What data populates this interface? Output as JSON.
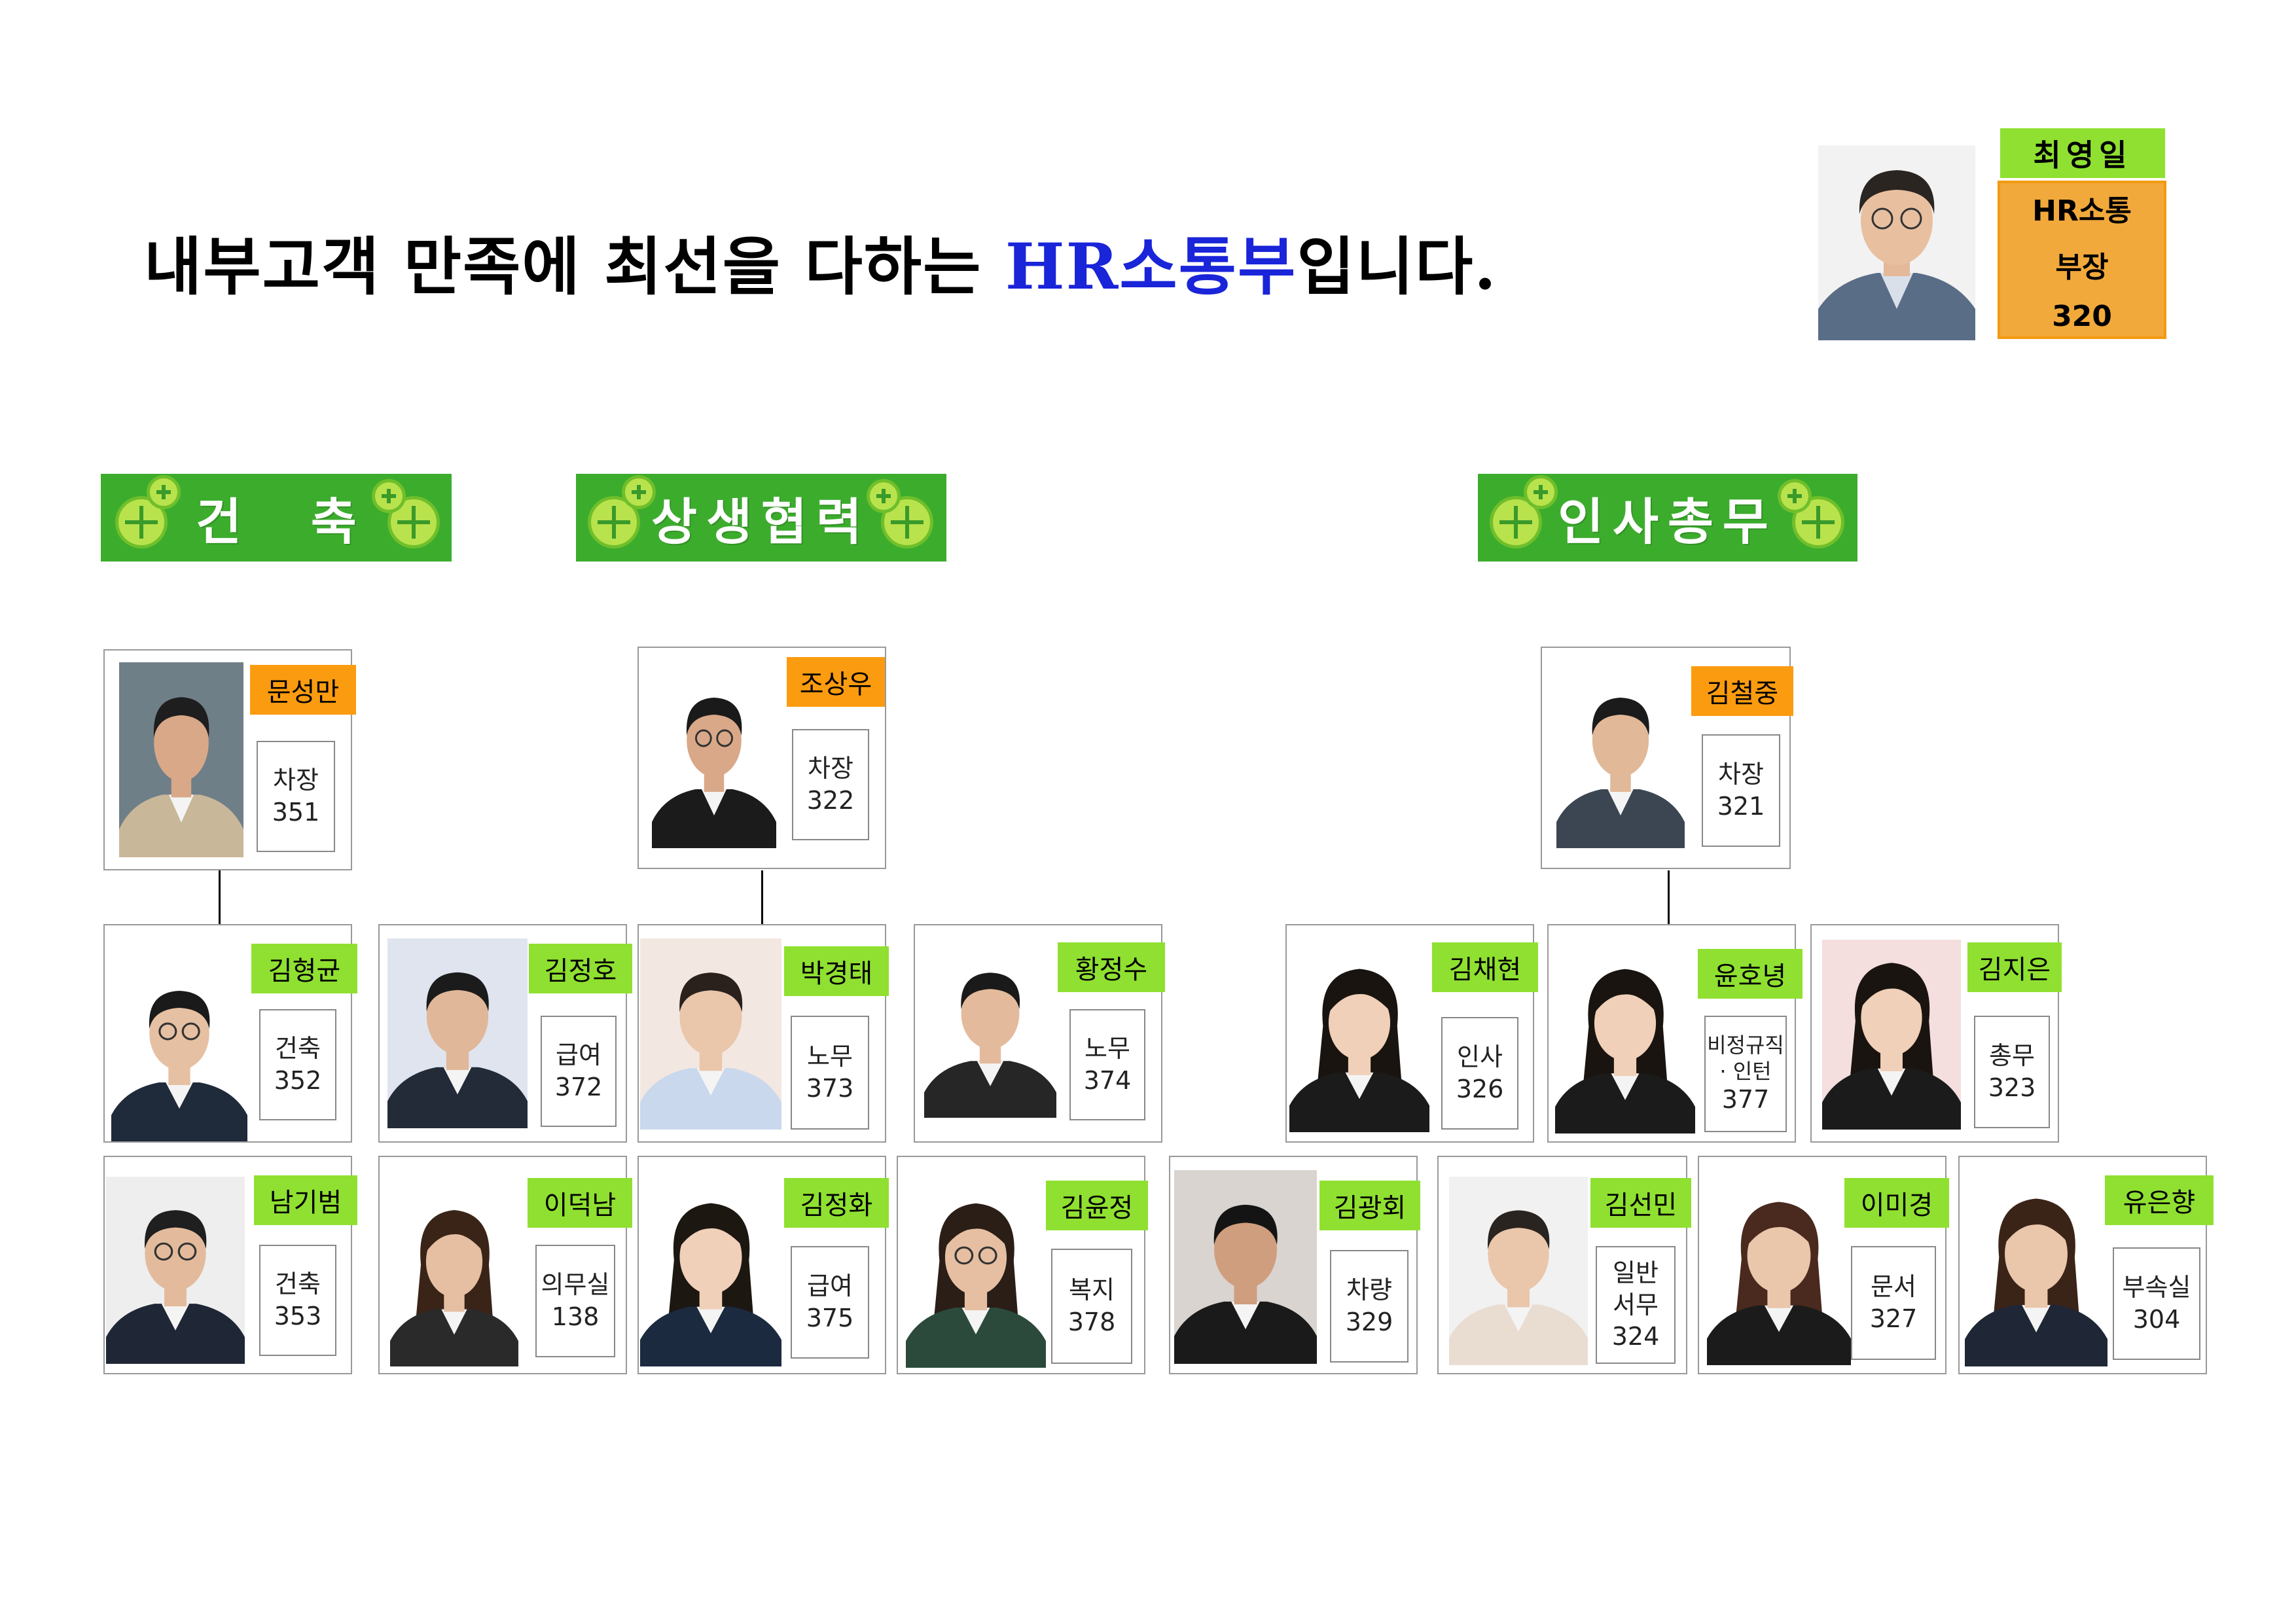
{
  "title": {
    "main1": "내부고객 만족에 최선을 다하는 ",
    "highlight": "HR소통부",
    "main2": "입니다."
  },
  "head": {
    "name": "최영일",
    "position": "HR소통",
    "rank": "부장",
    "ext": "320"
  },
  "teams": [
    {
      "name": "건    축"
    },
    {
      "name": "상생협력"
    },
    {
      "name": "인사총무"
    }
  ],
  "leaders": [
    {
      "name": "문성만",
      "role": "차장",
      "ext": "351"
    },
    {
      "name": "조상우",
      "role": "차장",
      "ext": "322"
    },
    {
      "name": "김철중",
      "role": "차장",
      "ext": "321"
    }
  ],
  "row1": [
    {
      "name": "김형균",
      "role": "건축",
      "ext": "352"
    },
    {
      "name": "김정호",
      "role": "급여",
      "ext": "372"
    },
    {
      "name": "박경태",
      "role": "노무",
      "ext": "373"
    },
    {
      "name": "황정수",
      "role": "노무",
      "ext": "374"
    },
    {
      "name": "김채현",
      "role": "인사",
      "ext": "326"
    },
    {
      "name": "윤호녕",
      "role": "비정규직\n· 인턴",
      "ext": "377"
    },
    {
      "name": "김지은",
      "role": "총무",
      "ext": "323"
    }
  ],
  "row2": [
    {
      "name": "남기범",
      "role": "건축",
      "ext": "353"
    },
    {
      "name": "이덕남",
      "role": "의무실",
      "ext": "138"
    },
    {
      "name": "김정화",
      "role": "급여",
      "ext": "375"
    },
    {
      "name": "김윤정",
      "role": "복지",
      "ext": "378"
    },
    {
      "name": "김광회",
      "role": "차량",
      "ext": "329"
    },
    {
      "name": "김선민",
      "role": "일반\n서무",
      "ext": "324"
    },
    {
      "name": "이미경",
      "role": "문서",
      "ext": "327"
    },
    {
      "name": "유은향",
      "role": "부속실",
      "ext": "304"
    }
  ],
  "colors": {
    "banner": "#3cac2d",
    "name_green": "#8fe031",
    "name_orange": "#fb9b10",
    "head_card": "#f2a93b",
    "title_highlight": "#1a24d8"
  }
}
